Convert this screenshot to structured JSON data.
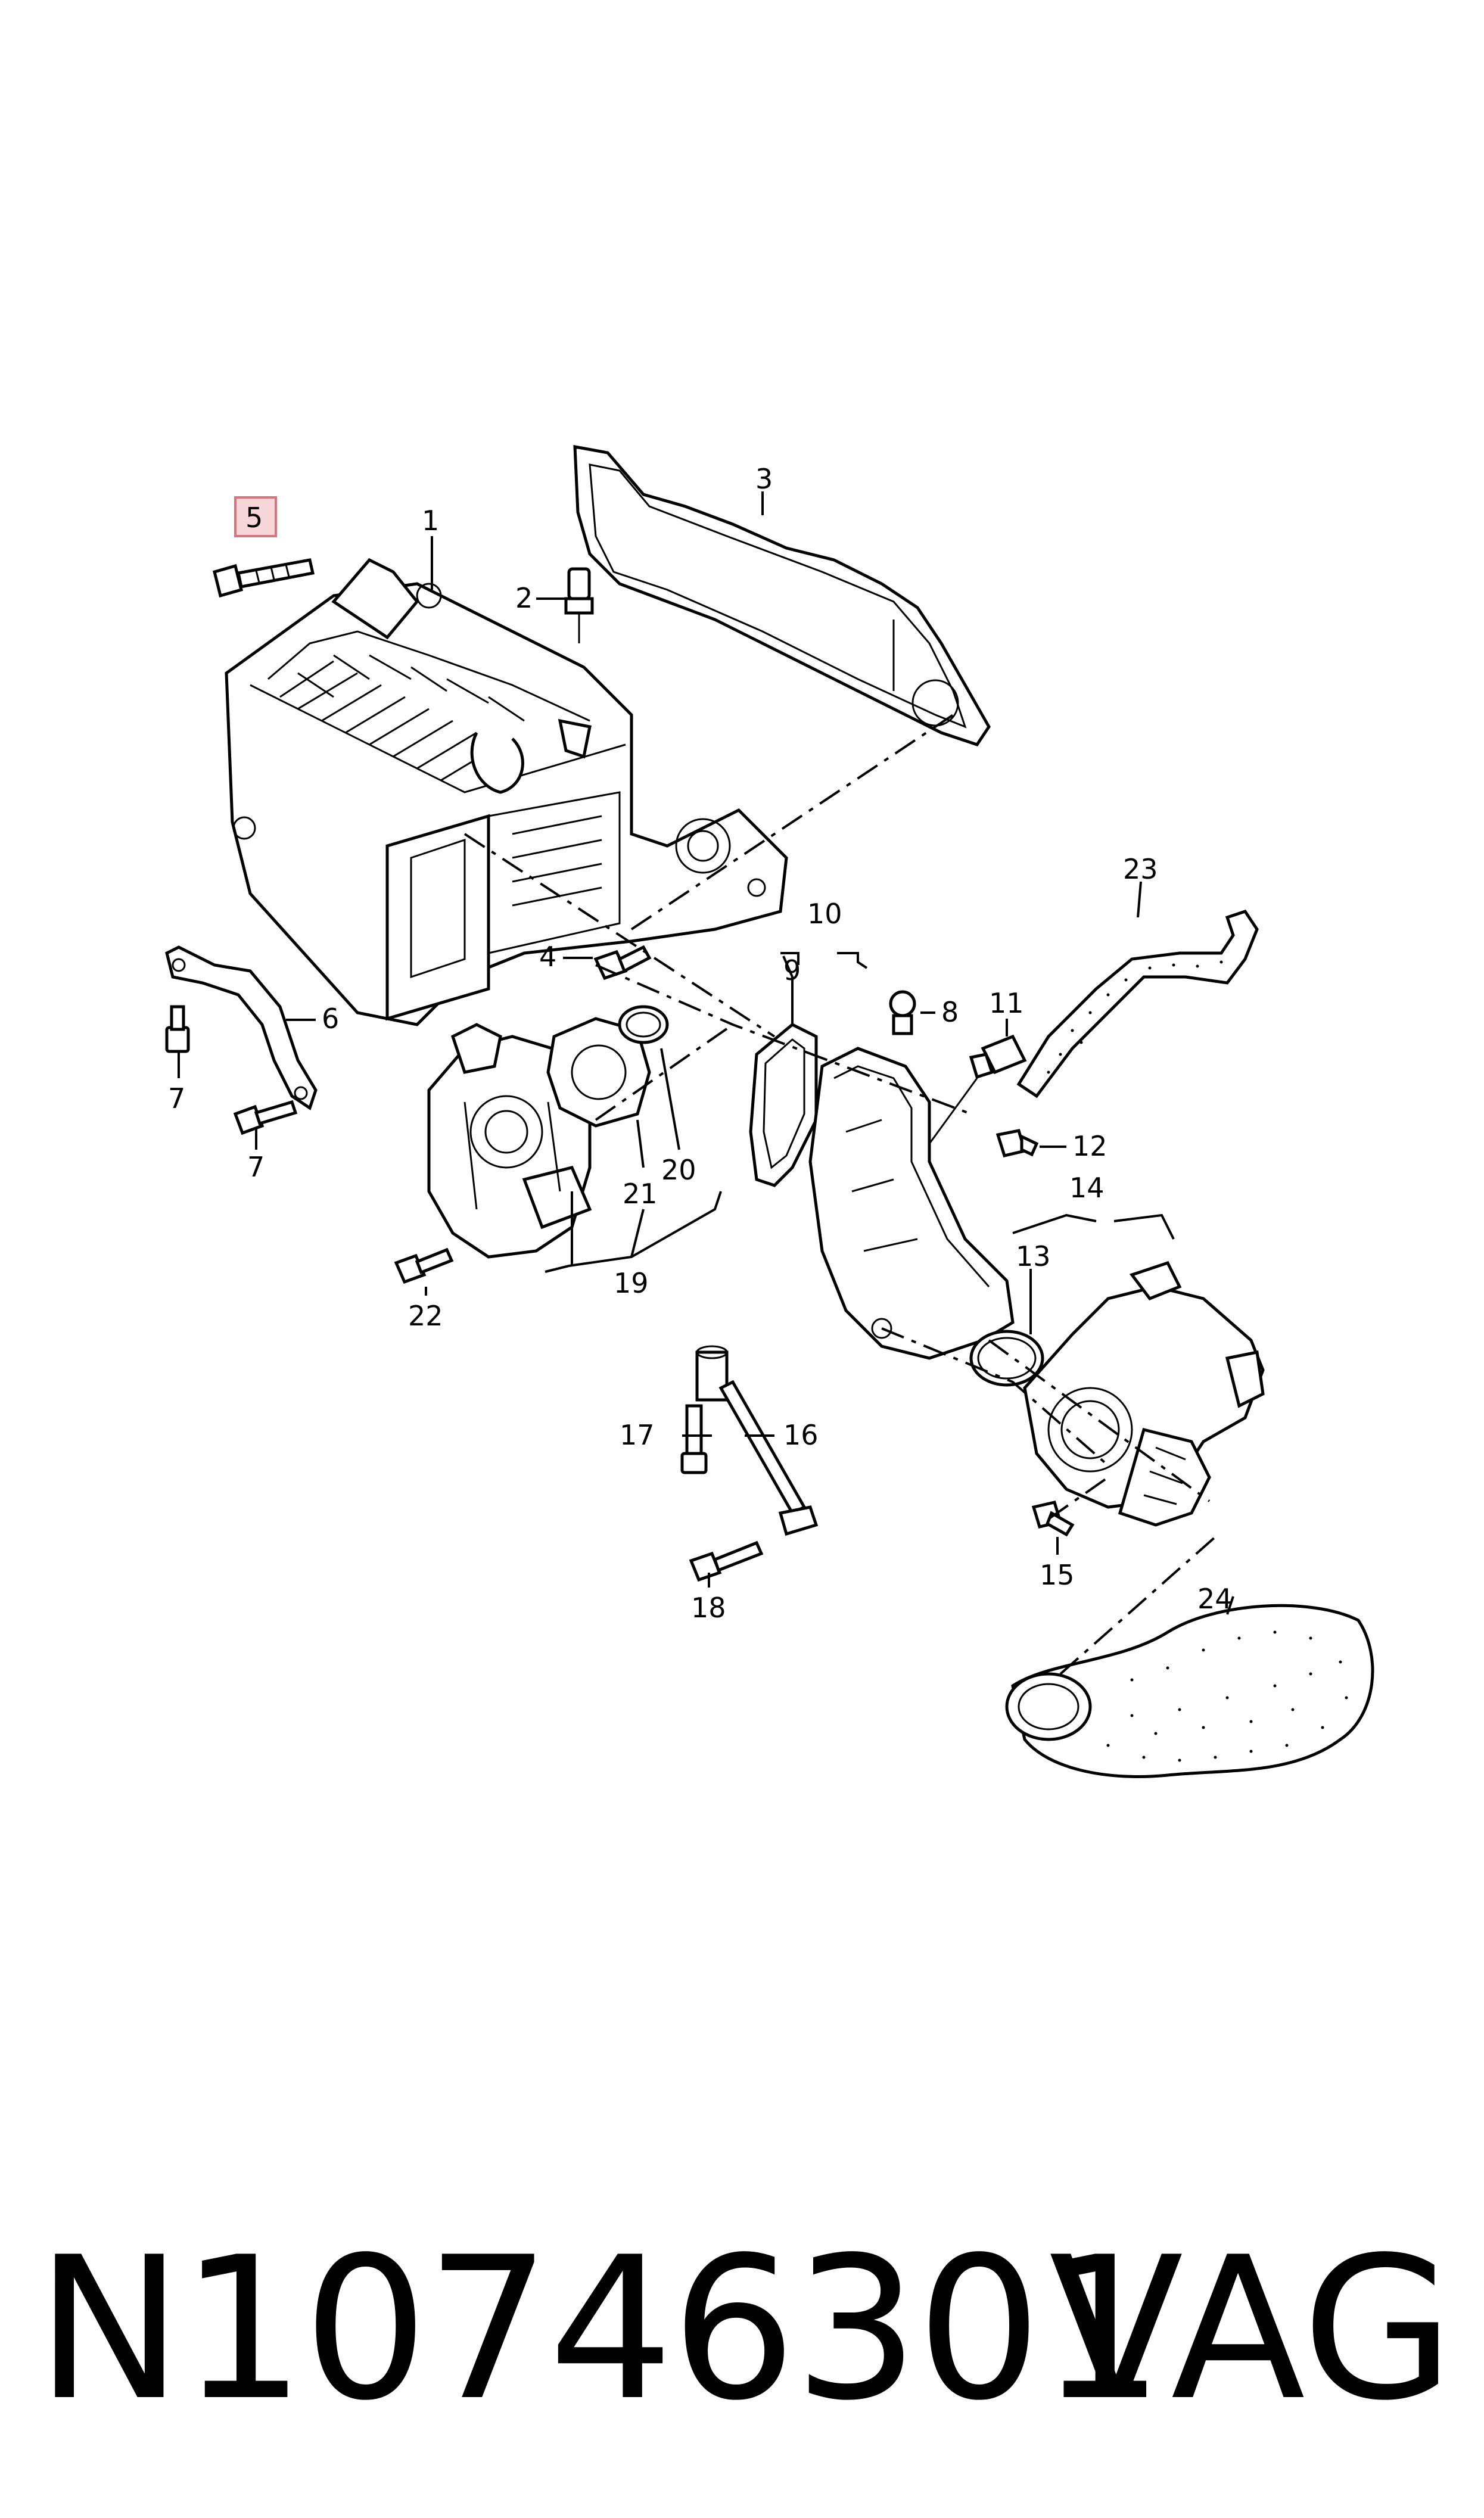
{
  "diagram": {
    "highlighted": "5",
    "labels": {
      "l1": "1",
      "l2": "2",
      "l3": "3",
      "l4": "4",
      "l5": "5",
      "l6": "6",
      "l7a": "7",
      "l7b": "7",
      "l8": "8",
      "l9": "9",
      "l10": "10",
      "l11": "11",
      "l12": "12",
      "l13": "13",
      "l14": "14",
      "l15": "15",
      "l16": "16",
      "l17": "17",
      "l18": "18",
      "l19": "19",
      "l20": "20",
      "l21": "21",
      "l22": "22",
      "l23": "23",
      "l24": "24"
    },
    "colors": {
      "highlight_fill": "#f7d6da",
      "highlight_border": "#d9737f",
      "ink": "#000000"
    }
  },
  "footer": {
    "part_number": "N10746301",
    "brand": "VAG"
  }
}
